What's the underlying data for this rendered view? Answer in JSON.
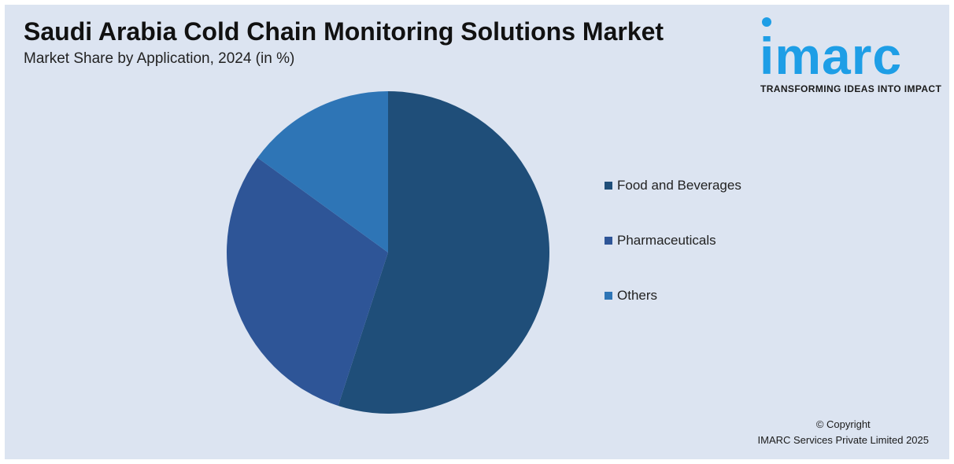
{
  "header": {
    "title": "Saudi Arabia Cold Chain Monitoring Solutions Market",
    "subtitle": "Market Share by Application, 2024 (in %)"
  },
  "logo": {
    "wordmark": "imarc",
    "tagline": "TRANSFORMING IDEAS INTO IMPACT",
    "color": "#1e9ee6"
  },
  "chart_data": {
    "type": "pie",
    "categories": [
      "Food and Beverages",
      "Pharmaceuticals",
      "Others"
    ],
    "values": [
      55,
      30,
      15
    ],
    "colors": [
      "#1f4e79",
      "#2e5597",
      "#2e75b6"
    ],
    "legend_position": "right",
    "start_angle": "top, clockwise"
  },
  "footer": {
    "copyright_line1": "© Copyright",
    "copyright_line2": "IMARC Services Private Limited 2025"
  }
}
